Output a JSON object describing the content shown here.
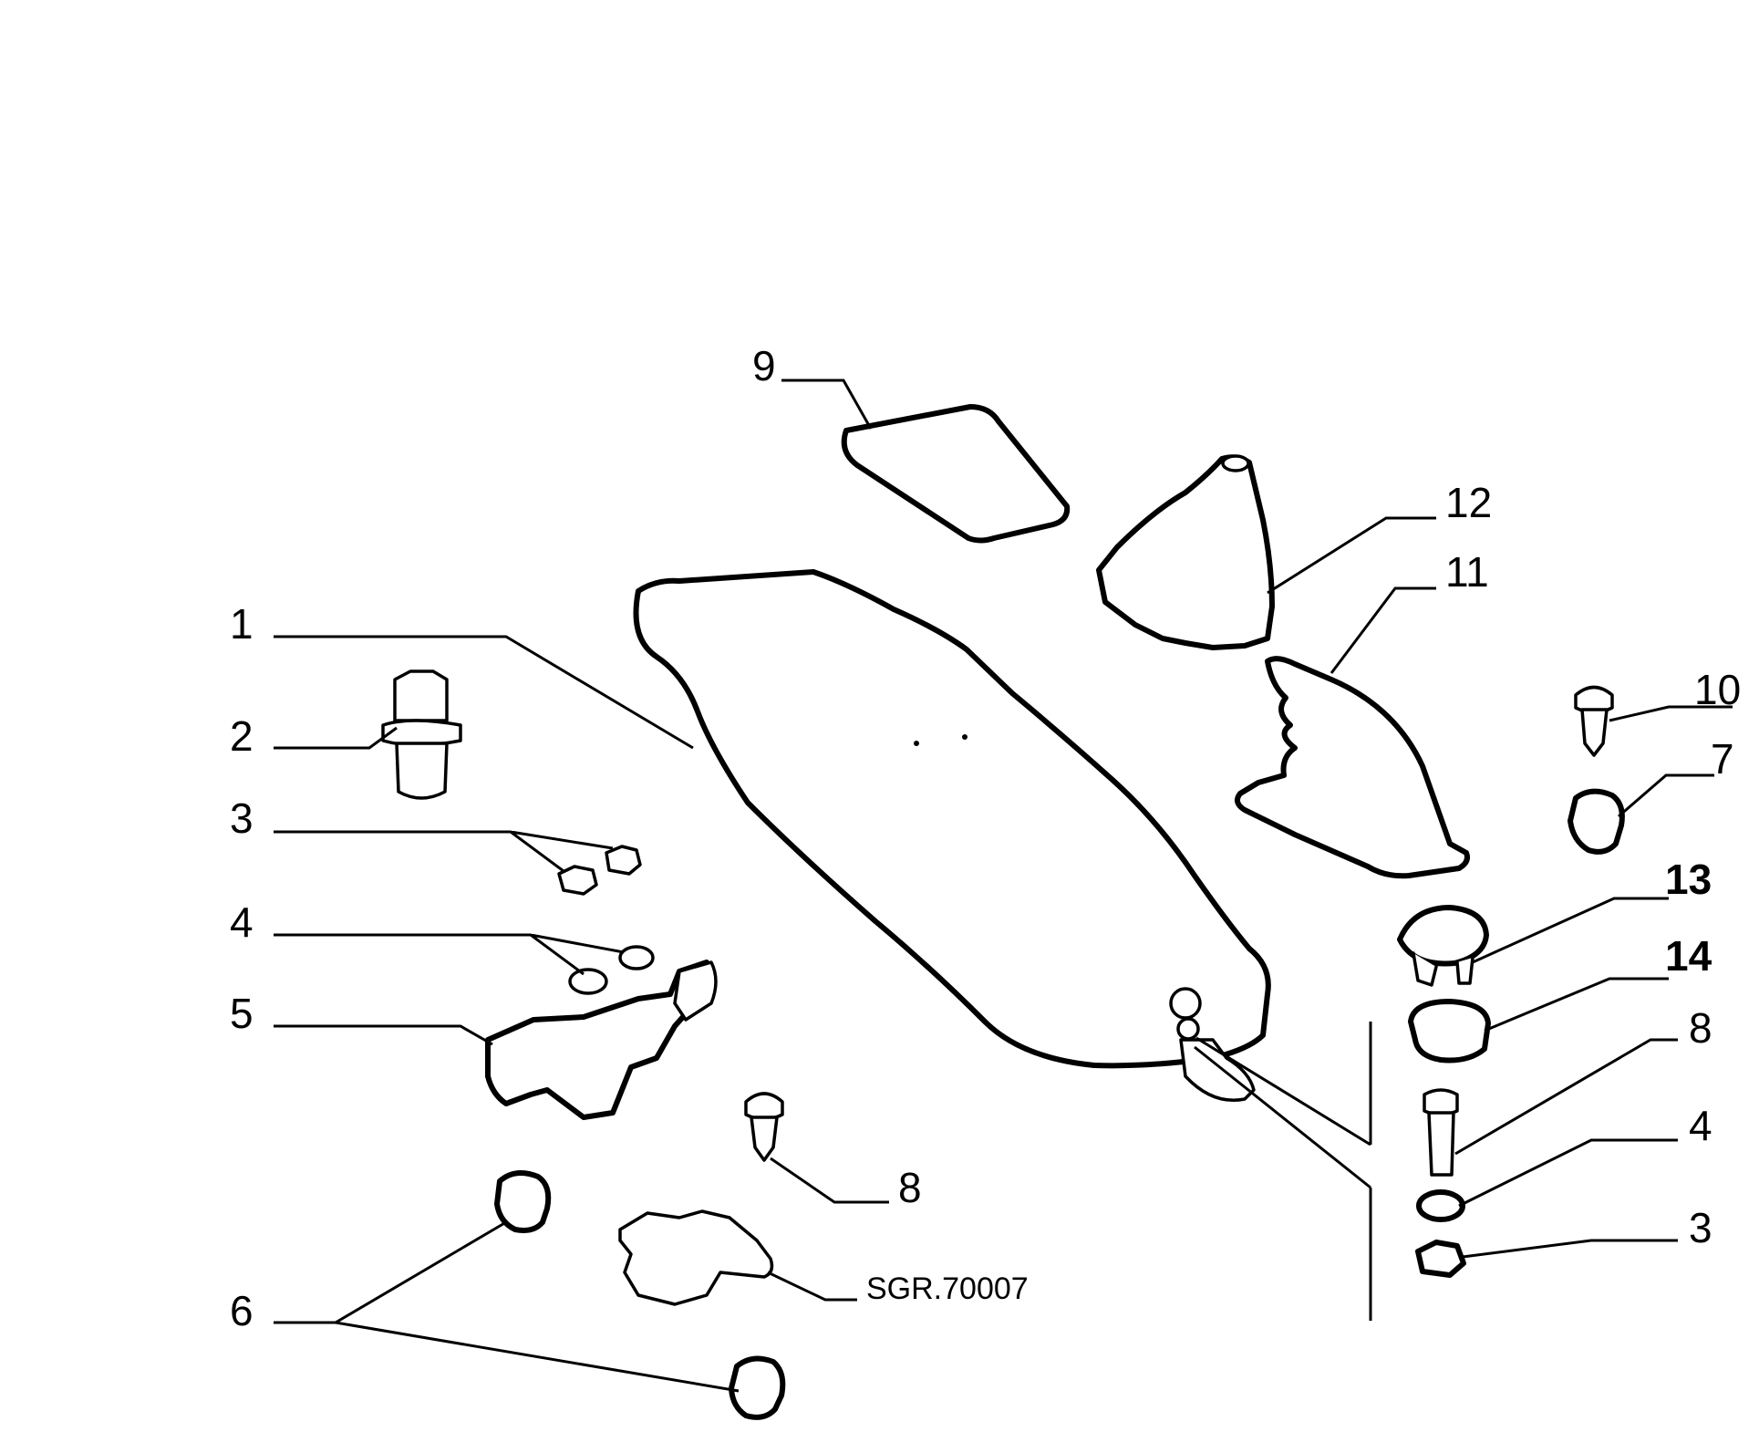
{
  "callouts": {
    "c1": "1",
    "c2": "2",
    "c3_left": "3",
    "c4_left": "4",
    "c5": "5",
    "c6": "6",
    "c7": "7",
    "c8_center": "8",
    "c9": "9",
    "c10": "10",
    "c11": "11",
    "c12": "12",
    "c13": "13",
    "c14": "14",
    "c8_right": "8",
    "c4_right": "4",
    "c3_right": "3"
  },
  "reference": "SGR.70007",
  "colors": {
    "ink": "#000000",
    "paper": "#ffffff"
  }
}
